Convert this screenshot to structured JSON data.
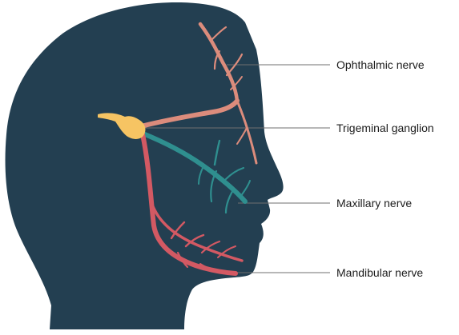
{
  "labels": {
    "ophthalmic": "Ophthalmic nerve",
    "ganglion": "Trigeminal ganglion",
    "maxillary": "Maxillary nerve",
    "mandibular": "Mandibular nerve"
  },
  "colors": {
    "head": "#233f51",
    "ophthalmic": "#dc8c7c",
    "ganglion": "#f6c463",
    "maxillary": "#2f8f8f",
    "mandibular": "#d35963",
    "leader": "#6f6f6f",
    "text": "#1c1c1c"
  }
}
